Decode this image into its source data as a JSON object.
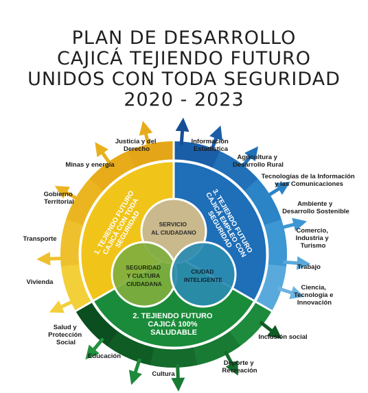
{
  "title": {
    "line1": "PLAN DE DESARROLLO",
    "line2": "CAJICÁ TEJIENDO FUTURO",
    "line3": "UNIDOS CON TODA SEGURIDAD",
    "line4": "2020 - 2023"
  },
  "pillars": {
    "p1": {
      "line1": "1. TEJIENDO FUTURO",
      "line2": "CAJICÁ CON TODA",
      "line3": "SEGURIDAD",
      "color": "#f2c21b"
    },
    "p2": {
      "line1": "2. TEJIENDO FUTURO",
      "line2": "CAJICÁ 100%",
      "line3": "SALUDABLE",
      "color": "#1f8d3a"
    },
    "p3": {
      "line1": "3. TEJIENDO FUTURO",
      "line2": "CAJICÁ EMPLEO CON",
      "line3": "SEGURIDAD",
      "color": "#1b6fba"
    }
  },
  "center": {
    "servicio": {
      "line1": "SERVICIO",
      "line2": "AL CIUDADANO"
    },
    "seguridad": {
      "line1": "SEGURIDAD",
      "line2": "Y CULTURA",
      "line3": "CIUDADANA"
    },
    "ciudad": {
      "line1": "CIUDAD",
      "line2": "INTELIGENTE"
    }
  },
  "sectors": {
    "justicia": {
      "line1": "Justicia y del",
      "line2": "Derecho"
    },
    "minas": {
      "line1": "Minas y energía"
    },
    "gobierno": {
      "line1": "Gobierno",
      "line2": "Territorial"
    },
    "transporte": {
      "line1": "Transporte"
    },
    "vivienda": {
      "line1": "Vivienda"
    },
    "salud": {
      "line1": "Salud y",
      "line2": "Protección",
      "line3": "Social"
    },
    "educacion": {
      "line1": "Educación"
    },
    "cultura": {
      "line1": "Cultura"
    },
    "deporte": {
      "line1": "Deporte y",
      "line2": "Recreación"
    },
    "inclusion": {
      "line1": "Inclusión social"
    },
    "ciencia": {
      "line1": "Ciencia,",
      "line2": "Tecnología e",
      "line3": "Innovación"
    },
    "trabajo": {
      "line1": "Trabajo"
    },
    "comercio": {
      "line1": "Comercio,",
      "line2": "Industria y",
      "line3": "Turismo"
    },
    "ambiente": {
      "line1": "Ambiente y",
      "line2": "Desarrollo Sostenible"
    },
    "tecnologias": {
      "line1": "Tecnologías de la Información",
      "line2": "y las Comunicaciones"
    },
    "agricultura": {
      "line1": "Agricultura y",
      "line2": "Desarrollo Rural"
    },
    "informacion": {
      "line1": "Información",
      "line2": "Estadística"
    }
  }
}
